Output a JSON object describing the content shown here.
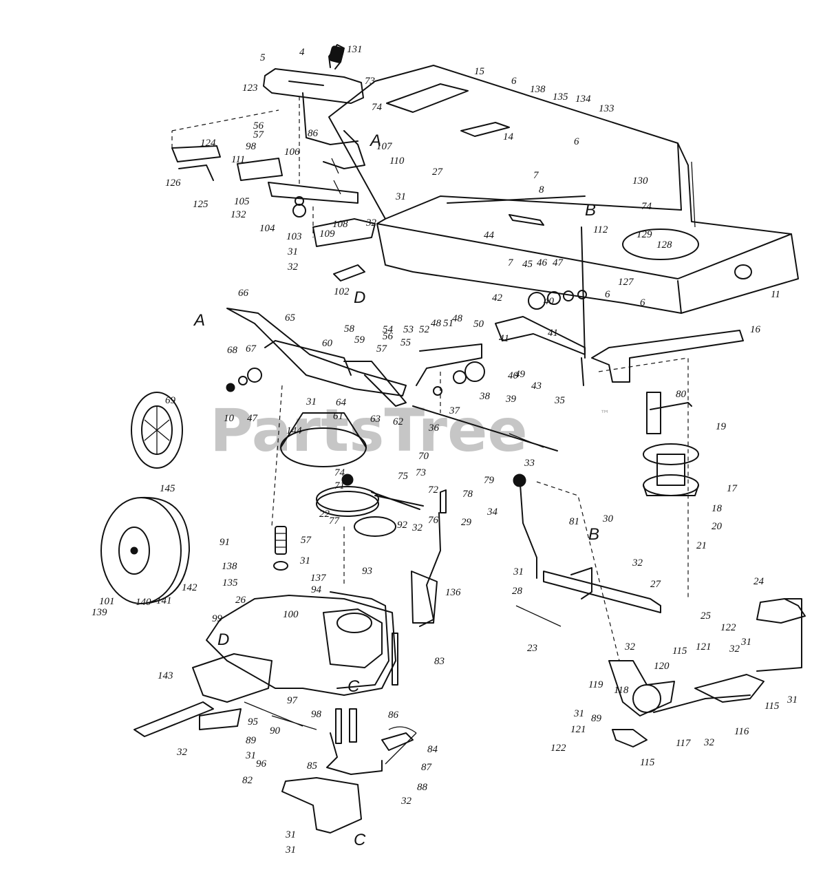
{
  "watermark": {
    "text": "PartsTree",
    "trademark": "™"
  },
  "reference_letters": [
    "A",
    "A",
    "B",
    "B",
    "C",
    "C",
    "D",
    "D"
  ],
  "part_labels": [
    "5",
    "4",
    "131",
    "123",
    "73",
    "74",
    "56",
    "57",
    "86",
    "98",
    "106",
    "124",
    "111",
    "126",
    "125",
    "105",
    "132",
    "104",
    "103",
    "107",
    "110",
    "27",
    "31",
    "32",
    "108",
    "109",
    "102",
    "31",
    "32",
    "15",
    "6",
    "138",
    "135",
    "134",
    "133",
    "14",
    "6",
    "7",
    "8",
    "130",
    "74",
    "112",
    "129",
    "128",
    "127",
    "6",
    "6",
    "11",
    "16",
    "66",
    "65",
    "58",
    "59",
    "60",
    "68",
    "67",
    "56",
    "55",
    "57",
    "54",
    "53",
    "52",
    "48",
    "51",
    "48",
    "50",
    "44",
    "7",
    "45",
    "46",
    "47",
    "42",
    "40",
    "41",
    "41",
    "40",
    "49",
    "43",
    "39",
    "38",
    "37",
    "36",
    "35",
    "10",
    "47",
    "31",
    "64",
    "62",
    "63",
    "61",
    "69",
    "145",
    "144",
    "70",
    "75",
    "73",
    "74",
    "71",
    "72",
    "77",
    "76",
    "78",
    "79",
    "33",
    "34",
    "29",
    "80",
    "19",
    "17",
    "18",
    "20",
    "21",
    "22",
    "57",
    "92",
    "32",
    "31",
    "93",
    "91",
    "138",
    "135",
    "137",
    "94",
    "100",
    "136",
    "81",
    "30",
    "32",
    "31",
    "28",
    "27",
    "24",
    "23",
    "26",
    "99",
    "101",
    "139",
    "140",
    "141",
    "142",
    "143",
    "95",
    "97",
    "90",
    "89",
    "31",
    "32",
    "98",
    "86",
    "85",
    "87",
    "84",
    "83",
    "82",
    "96",
    "88",
    "32",
    "31",
    "31",
    "32",
    "25",
    "122",
    "121",
    "32",
    "31",
    "115",
    "120",
    "119",
    "118",
    "31",
    "89",
    "121",
    "122",
    "115",
    "117",
    "32",
    "116",
    "115",
    "31",
    "32"
  ]
}
